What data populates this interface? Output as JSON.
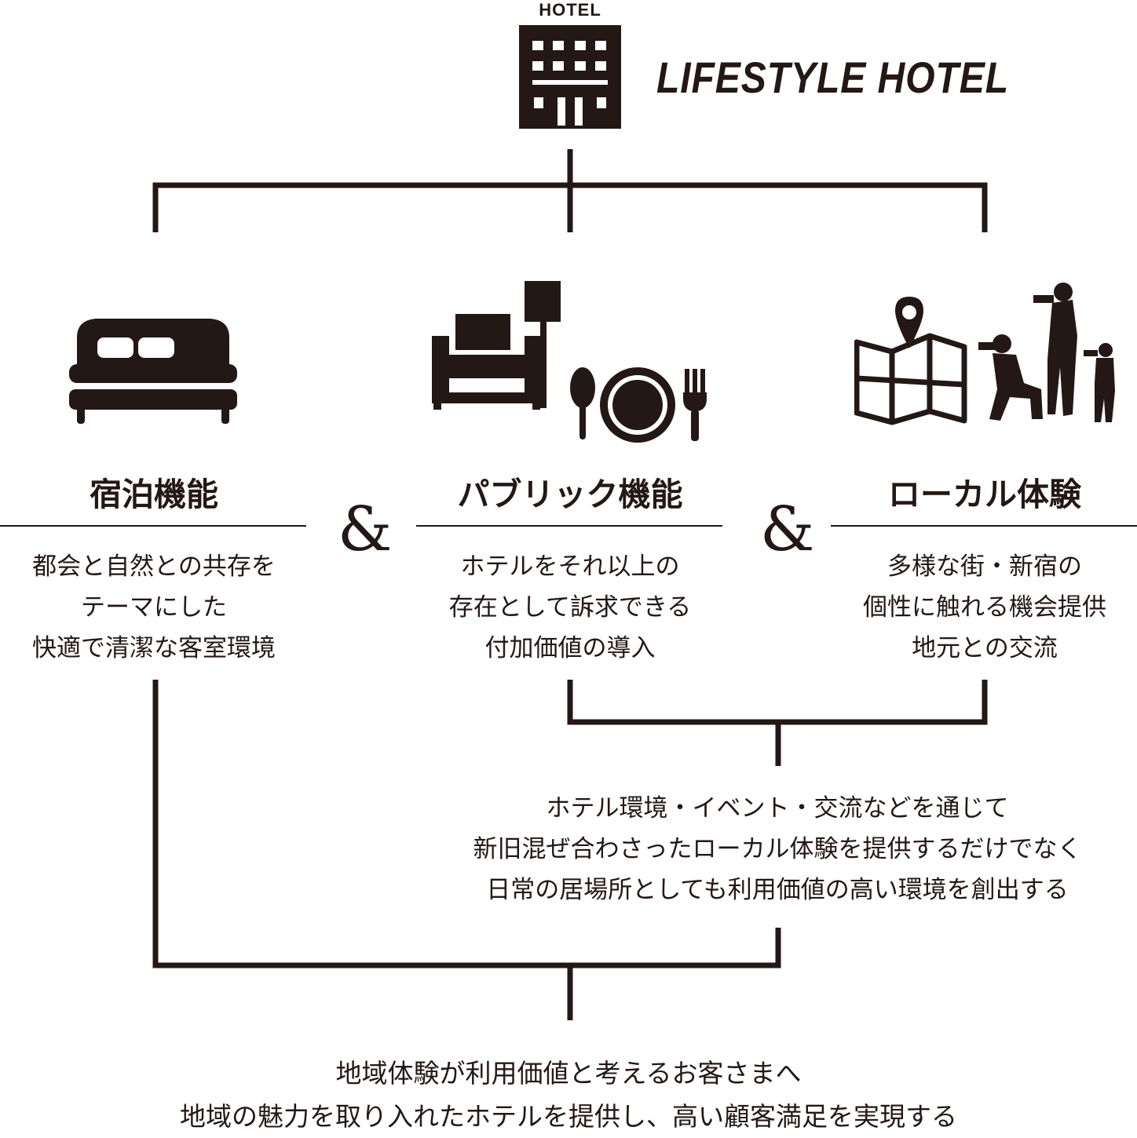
{
  "header": {
    "hotel_icon_label": "HOTEL",
    "brand_title": "LIFESTYLE HOTEL"
  },
  "columns": [
    {
      "icon": "bed-icon",
      "heading": "宿泊機能",
      "lines": [
        "都会と自然との共存を",
        "テーマにした",
        "快適で清潔な客室環境"
      ]
    },
    {
      "icon": "armchair-lamp-dining-icon",
      "heading": "パブリック機能",
      "lines": [
        "ホテルをそれ以上の",
        "存在として訴求できる",
        "付加価値の導入"
      ]
    },
    {
      "icon": "map-photographers-icon",
      "heading": "ローカル体験",
      "lines": [
        "多様な街・新宿の",
        "個性に触れる機会提供",
        "地元との交流"
      ]
    }
  ],
  "connector_symbol": "&",
  "middle_statement": [
    "ホテル環境・イベント・交流などを通じて",
    "新旧混ぜ合わさったローカル体験を提供するだけでなく",
    "日常の居場所としても利用価値の高い環境を創出する"
  ],
  "bottom_statement": [
    "地域体験が利用価値と考えるお客さまへ",
    "地域の魅力を取り入れたホテルを提供し、高い顧客満足を実現する"
  ],
  "colors": {
    "ink": "#231815",
    "background": "#ffffff"
  }
}
